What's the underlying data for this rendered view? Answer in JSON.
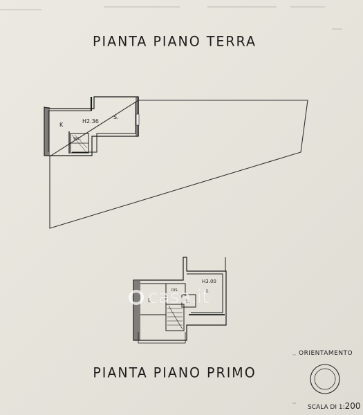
{
  "titles": {
    "ground_floor": "PIANTA PIANO TERRA",
    "first_floor": "PIANTA PIANO PRIMO"
  },
  "ground_floor_labels": {
    "kitchen": "K",
    "height": "H2.36",
    "living": "S.",
    "wc": "W.C."
  },
  "first_floor_labels": {
    "height": "H3.00",
    "room_left": "L",
    "room_right": "L",
    "closet": "DIS.",
    "bath": "B."
  },
  "orientation": {
    "label": "ORIENTAMENTO"
  },
  "scale": {
    "prefix": "SCALA DI 1:",
    "value": "200"
  },
  "watermark": {
    "text": "casa.it"
  }
}
